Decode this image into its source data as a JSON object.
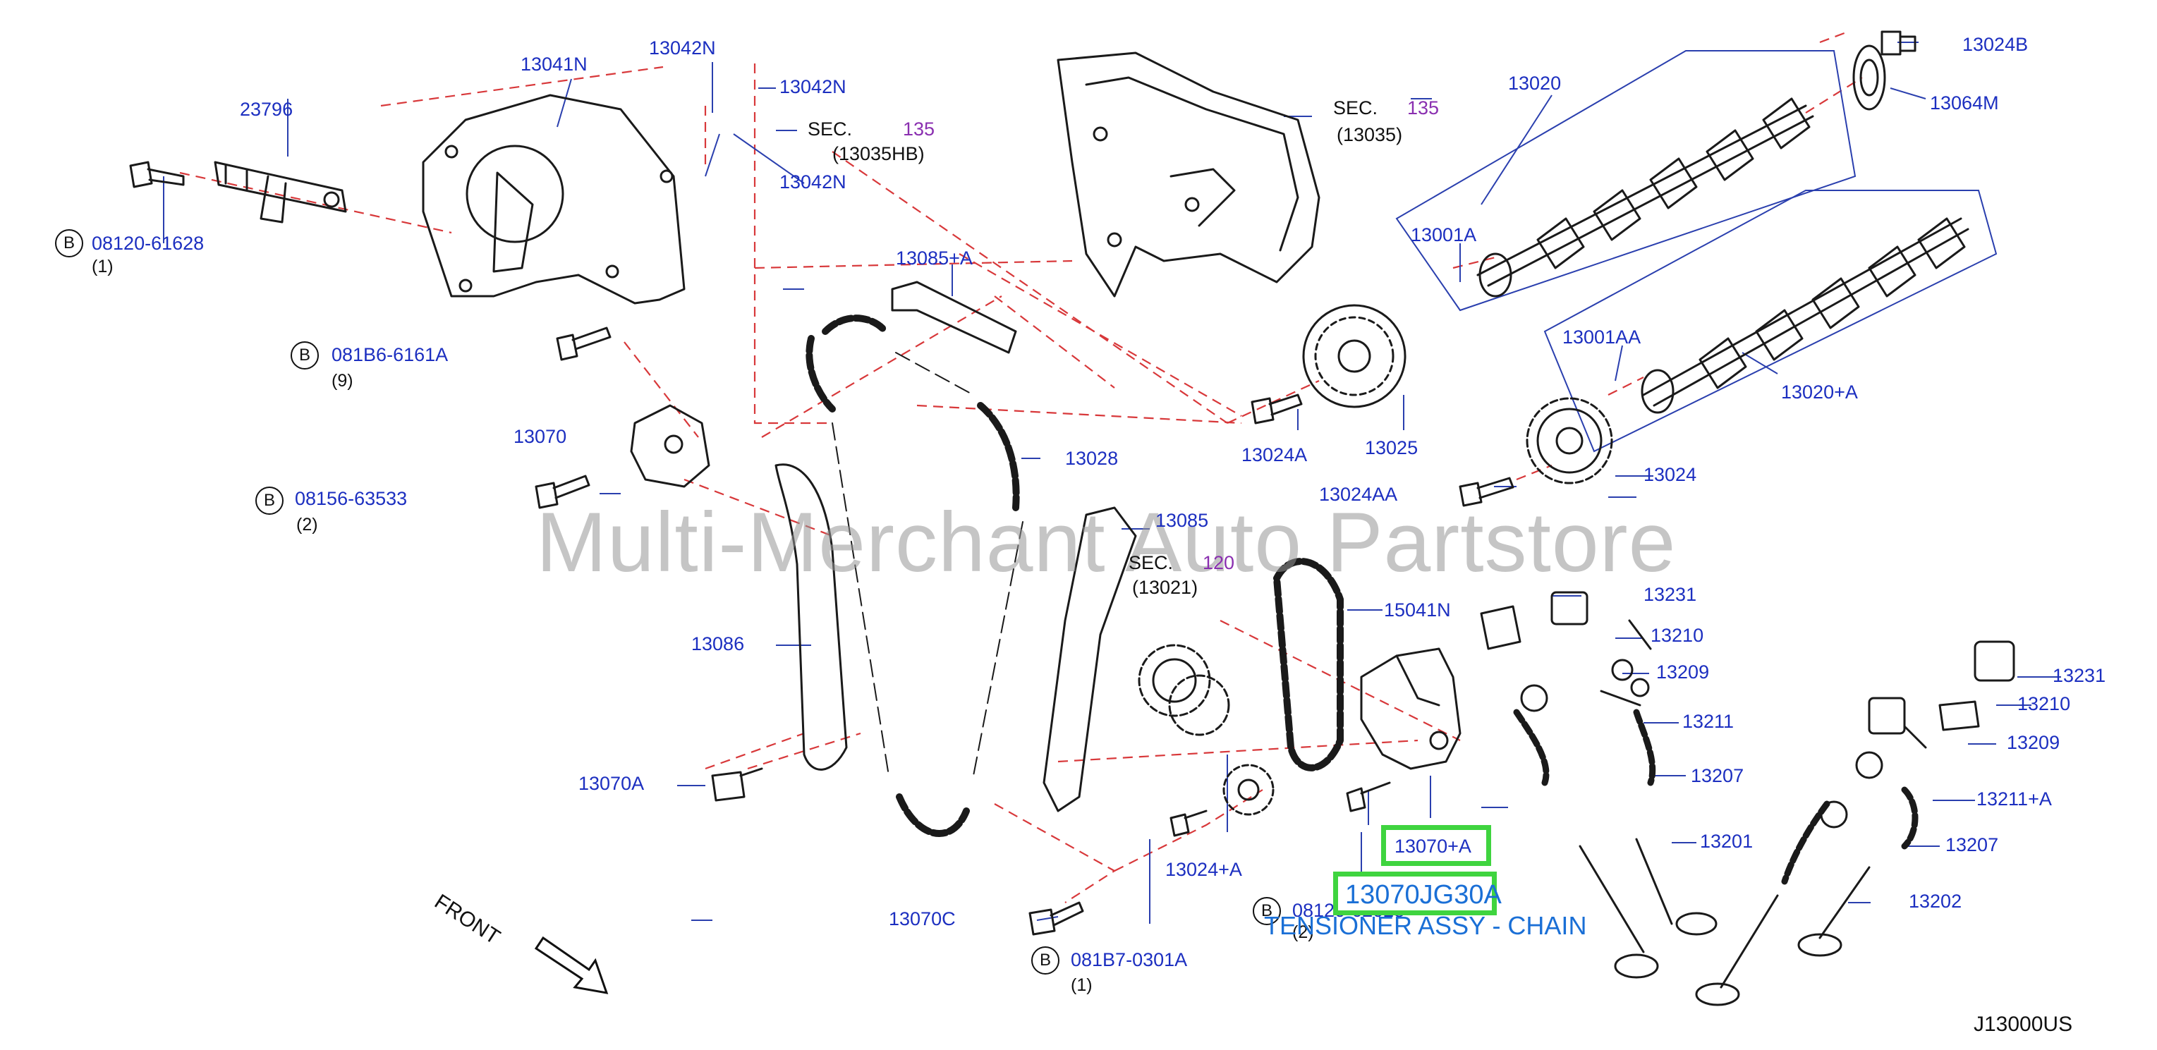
{
  "watermark": "Multi-Merchant Auto Partstore",
  "diagram_code": "J13000US",
  "front_label": "FRONT",
  "highlight": {
    "part_ref": "13070+A",
    "part_number": "13070JG30A",
    "description": "TENSIONER ASSY - CHAIN"
  },
  "callouts": {
    "p13041N": "13041N",
    "p13042N_a": "13042N",
    "p13042N_b": "13042N",
    "p13042N_c": "13042N",
    "p23796": "23796",
    "sec_135a_prefix": "SEC.",
    "sec_135a_num": "135",
    "sec_135a_ref": "(13035HB)",
    "sec_135b_prefix": "SEC.",
    "sec_135b_num": "135",
    "sec_135b_ref": "(13035)",
    "p13020": "13020",
    "p13024B": "13024B",
    "p13064M": "13064M",
    "p13001A": "13001A",
    "p13001AA": "13001AA",
    "p13020A": "13020+A",
    "p13085A": "13085+A",
    "p13024A": "13024A",
    "p13025": "13025",
    "p13028": "13028",
    "p13070": "13070",
    "p13024AA": "13024AA",
    "p13024": "13024",
    "p13085": "13085",
    "sec_120_prefix": "SEC.",
    "sec_120_num": "120",
    "sec_120_ref": "(13021)",
    "p15041N": "15041N",
    "p13231a": "13231",
    "p13210a": "13210",
    "p13209a": "13209",
    "p13211": "13211",
    "p13207a": "13207",
    "p13201": "13201",
    "p13086": "13086",
    "p13070A": "13070A",
    "p13024pA": "13024+A",
    "p13070C": "13070C",
    "p13231b": "13231",
    "p13210b": "13210",
    "p13209b": "13209",
    "p13211A": "13211+A",
    "p13207b": "13207",
    "p13202": "13202"
  },
  "bolts": [
    {
      "marker": "B",
      "code": "08120-61628",
      "qty": "(1)"
    },
    {
      "marker": "B",
      "code": "081B6-6161A",
      "qty": "(9)"
    },
    {
      "marker": "B",
      "code": "08156-63533",
      "qty": "(2)"
    },
    {
      "marker": "B",
      "code": "08120-62028",
      "qty": "(2)"
    },
    {
      "marker": "B",
      "code": "081B7-0301A",
      "qty": "(1)"
    }
  ],
  "colors": {
    "callout_text": "#1c2fc0",
    "section_number": "#8a2fb0",
    "highlight_border": "#3fd43f",
    "highlight_text": "#1a6fd6",
    "dashed_lines": "#d8383a",
    "leader_lines": "#2a3fae"
  }
}
